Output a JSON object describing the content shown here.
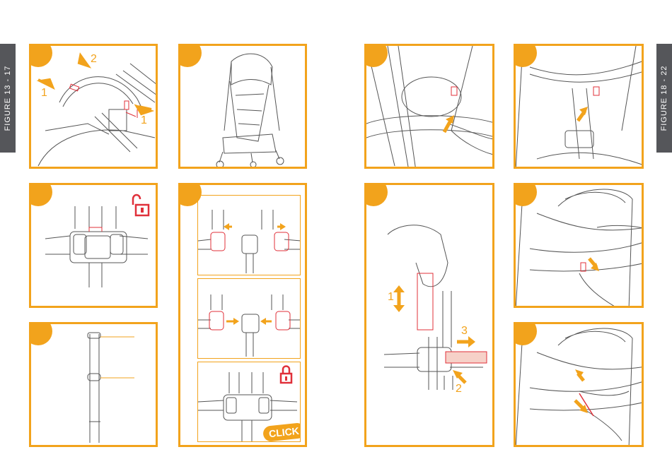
{
  "left_tab": {
    "label": "FIGURE 13 - 17"
  },
  "right_tab": {
    "label": "FIGURE 18 - 22"
  },
  "fig13": {
    "step_1a": "1",
    "step_2": "2",
    "step_1b": "1"
  },
  "fig20": {
    "step_1": "1",
    "step_2": "2",
    "step_3": "3"
  },
  "fig16": {
    "click": "CLICK"
  },
  "icons": {
    "unlock": "unlocked-padlock-icon",
    "lock": "locked-padlock-icon"
  },
  "colors": {
    "accent": "#f2a31c",
    "highlight": "#e0303a",
    "tab": "#55565a"
  }
}
